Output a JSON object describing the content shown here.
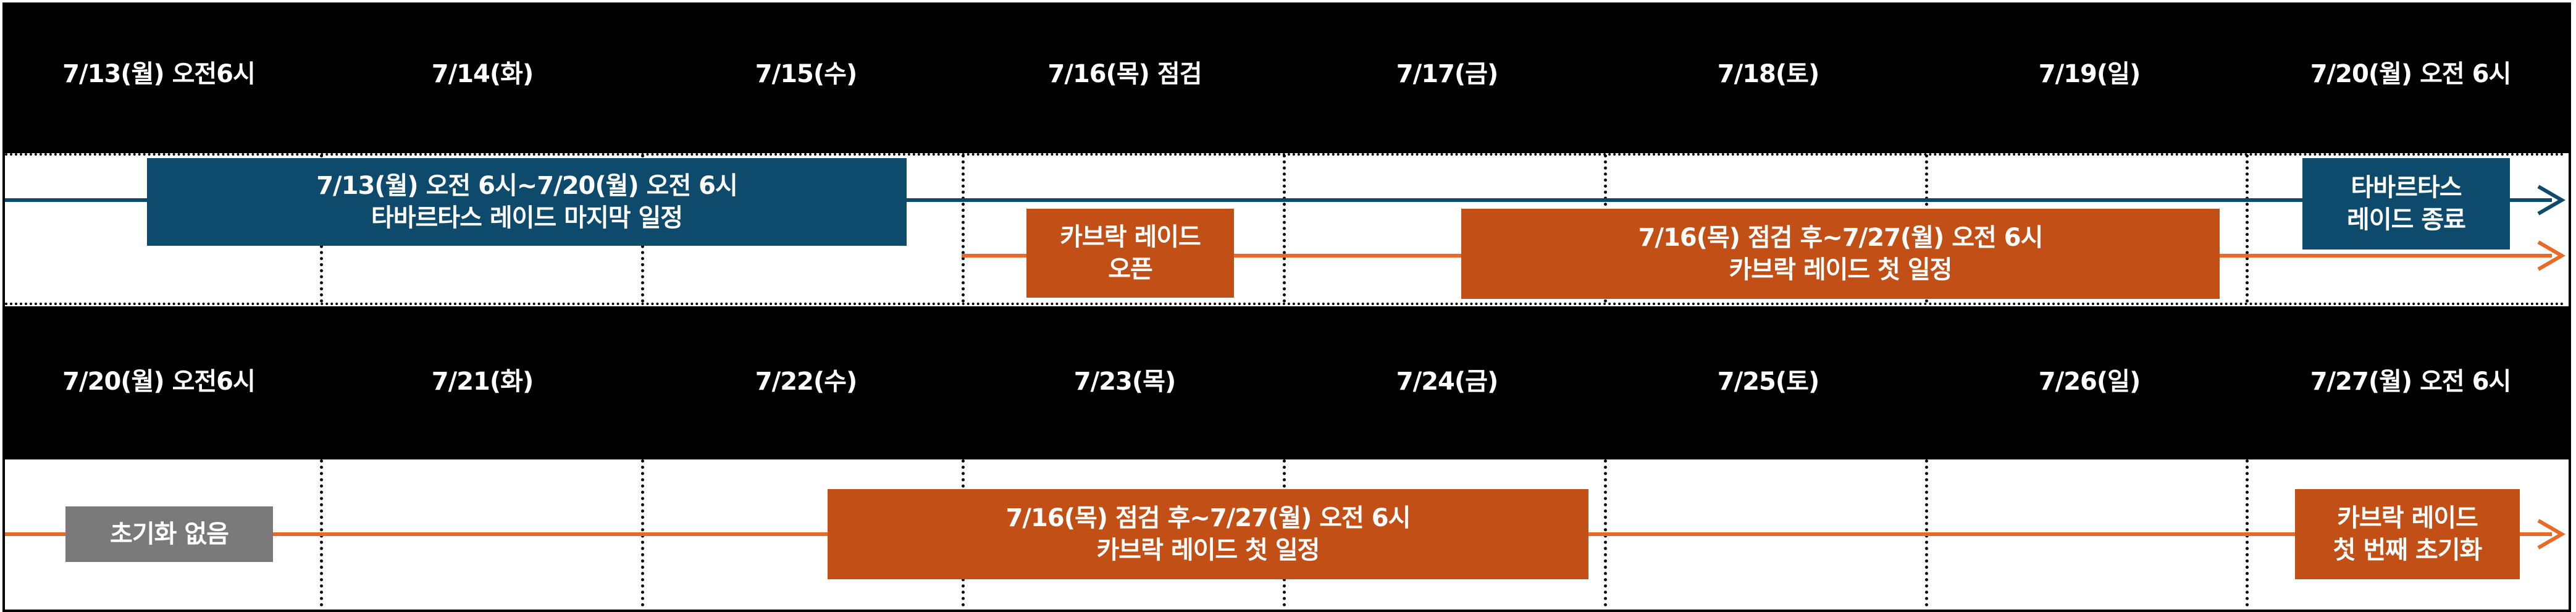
{
  "colors": {
    "blue": "#0d4a6c",
    "orange": "#c14f16",
    "gray": "#7a7a7a",
    "header_bg": "#000000"
  },
  "week1": {
    "headers": [
      "7/13(월) 오전6시",
      "7/14(화)",
      "7/15(수)",
      "7/16(목) 점검",
      "7/17(금)",
      "7/18(토)",
      "7/19(일)",
      "7/20(월) 오전 6시"
    ],
    "tabarrtas_period": {
      "line1": "7/13(월) 오전 6시~7/20(월) 오전 6시",
      "line2": "타바르타스 레이드 마지막 일정"
    },
    "kavrak_open": {
      "line1": "카브락 레이드",
      "line2": "오픈"
    },
    "kavrak_first": {
      "line1": "7/16(목) 점검 후~7/27(월) 오전 6시",
      "line2": "카브락 레이드 첫 일정"
    },
    "tabarrtas_end": {
      "line1": "타바르타스",
      "line2": "레이드 종료"
    }
  },
  "week2": {
    "headers": [
      "7/20(월) 오전6시",
      "7/21(화)",
      "7/22(수)",
      "7/23(목)",
      "7/24(금)",
      "7/25(토)",
      "7/26(일)",
      "7/27(월) 오전 6시"
    ],
    "no_reset": {
      "line1": "초기화 없음"
    },
    "kavrak_first": {
      "line1": "7/16(목) 점검 후~7/27(월) 오전 6시",
      "line2": "카브락 레이드 첫 일정"
    },
    "kavrak_reset": {
      "line1": "카브락 레이드",
      "line2": "첫 번째 초기화"
    }
  }
}
